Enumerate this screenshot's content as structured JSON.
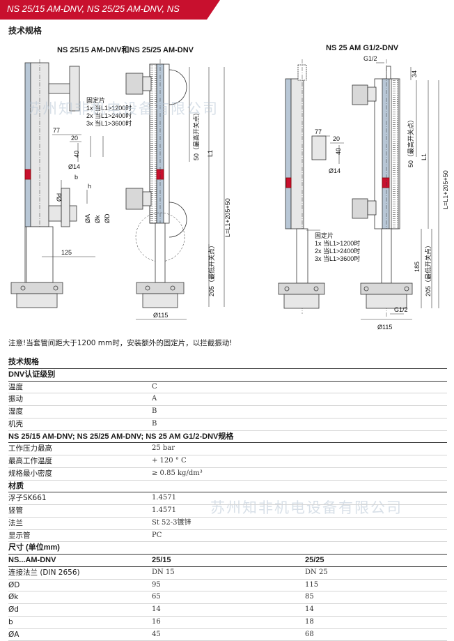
{
  "header": {
    "title": "NS 25/15 AM-DNV, NS 25/25 AM-DNV, NS"
  },
  "section1": {
    "title": "技术规格"
  },
  "figure_left": {
    "title": "NS 25/15 AM-DNV和NS 25/25 AM-DNV",
    "bracket_label": "固定片",
    "bracket_lines": [
      "1x 当L1>1200时",
      "2x 当L1>2400时",
      "3x 当L1>3600时"
    ],
    "dims": {
      "d77": "77",
      "d20": "20",
      "d40": "40",
      "d14": "Ø14",
      "b": "b",
      "h": "h",
      "od": "Ød",
      "oa": "ØA",
      "ok": "Øk",
      "oD": "ØD",
      "d125": "125",
      "d50": "50（最高开关点）",
      "L1": "L1",
      "Lsum": "L=L1+205+50",
      "d205": "205（最低开关点）",
      "d115": "Ø115"
    }
  },
  "figure_right": {
    "title": "NS 25 AM G1/2-DNV",
    "bracket_label": "固定片",
    "bracket_lines": [
      "1x 当L1>1200时",
      "2x 当L1>2400时",
      "3x 当L1>3600时"
    ],
    "dims": {
      "g12_top": "G1/2",
      "d34": "34",
      "d77": "77",
      "d20": "20",
      "d40": "40",
      "d14": "Ø14",
      "d50": "50（最高开关点）",
      "L1": "L1",
      "Lsum": "L=L1+205+50",
      "d185": "185",
      "d205": "205（最低开关点）",
      "d115": "Ø115",
      "g12_bottom": "G1/2"
    }
  },
  "watermarks": [
    "苏州知非机电设备有限公司",
    "苏州知非机电设备有限公司"
  ],
  "note": "注意!当套管间距大于1200 mm时，安装额外的固定片，以拦截振动!",
  "spec": {
    "title": "技术规格",
    "rows": [
      {
        "type": "head",
        "c1": "DNV认证级别"
      },
      {
        "type": "body",
        "c1": "温度",
        "c2": "C"
      },
      {
        "type": "body",
        "c1": "振动",
        "c2": "A"
      },
      {
        "type": "body",
        "c1": "湿度",
        "c2": "B"
      },
      {
        "type": "body",
        "c1": "机壳",
        "c2": "B"
      },
      {
        "type": "head",
        "c1": "NS 25/15 AM-DNV; NS 25/25 AM-DNV; NS 25 AM G1/2-DNV规格"
      },
      {
        "type": "body",
        "c1": "工作压力最高",
        "c2": "25 bar"
      },
      {
        "type": "body",
        "c1": "最高工作温度",
        "c2": "+ 120 ° C"
      },
      {
        "type": "body",
        "c1": "规格最小密度",
        "c2": "≥ 0.85 kg/dm³"
      },
      {
        "type": "head",
        "c1": "材质"
      },
      {
        "type": "body",
        "c1": "浮子SK661",
        "c2": "1.4571"
      },
      {
        "type": "body",
        "c1": "竖管",
        "c2": "1.4571"
      },
      {
        "type": "body",
        "c1": "法兰",
        "c2": "St 52-3镀锌"
      },
      {
        "type": "body",
        "c1": "显示管",
        "c2": "PC"
      },
      {
        "type": "head",
        "c1": "尺寸 (单位mm)"
      },
      {
        "type": "head",
        "c1": "NS...AM-DNV",
        "c2": "25/15",
        "c3": "25/25"
      },
      {
        "type": "body",
        "c1": "连接法兰 (DIN 2656)",
        "c2": "DN 15",
        "c3": "DN 25"
      },
      {
        "type": "body",
        "c1": "ØD",
        "c2": "95",
        "c3": "115"
      },
      {
        "type": "body",
        "c1": "Øk",
        "c2": "65",
        "c3": "85"
      },
      {
        "type": "body",
        "c1": "Ød",
        "c2": "14",
        "c3": "14"
      },
      {
        "type": "body",
        "c1": "b",
        "c2": "16",
        "c3": "18"
      },
      {
        "type": "body",
        "c1": "ØA",
        "c2": "45",
        "c3": "68"
      }
    ]
  }
}
